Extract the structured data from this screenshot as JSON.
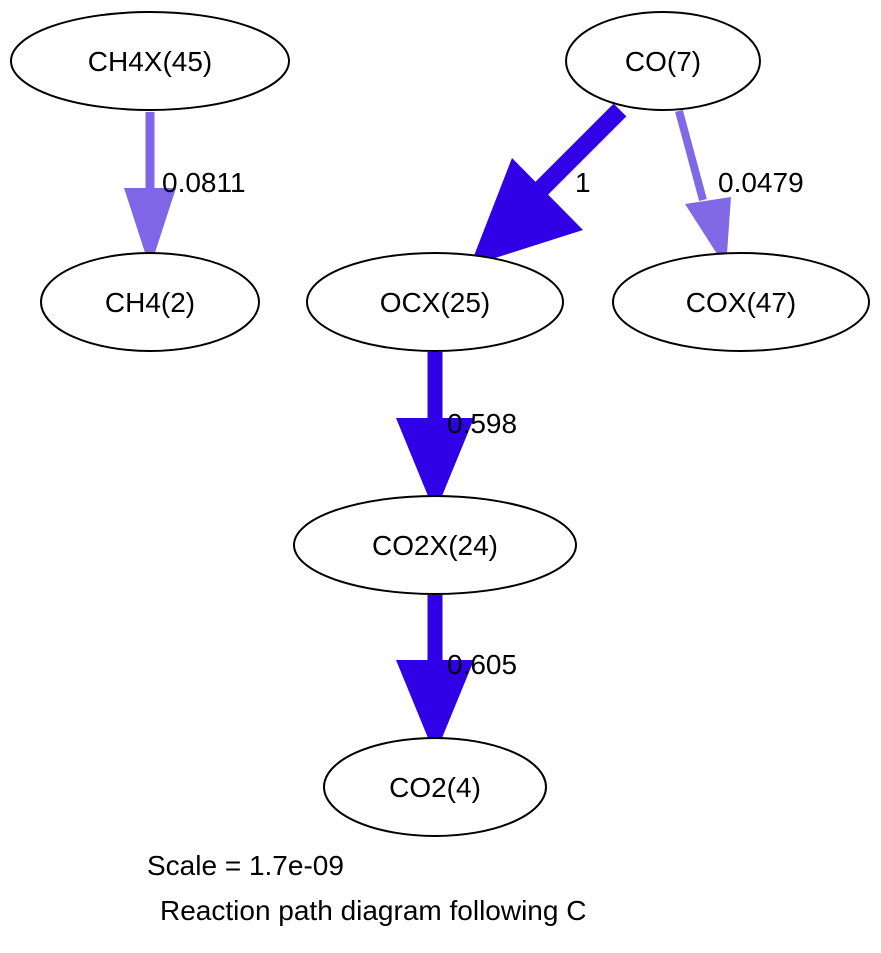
{
  "diagram": {
    "nodes": [
      {
        "id": "ch4x",
        "label": "CH4X(45)"
      },
      {
        "id": "ch4",
        "label": "CH4(2)"
      },
      {
        "id": "co",
        "label": "CO(7)"
      },
      {
        "id": "ocx",
        "label": "OCX(25)"
      },
      {
        "id": "cox",
        "label": "COX(47)"
      },
      {
        "id": "co2x",
        "label": "CO2X(24)"
      },
      {
        "id": "co2",
        "label": "CO2(4)"
      }
    ],
    "edges": [
      {
        "from": "ch4x",
        "to": "ch4",
        "label": "0.0811",
        "color": "#7f66e6"
      },
      {
        "from": "co",
        "to": "ocx",
        "label": "1",
        "color": "#3000e6"
      },
      {
        "from": "co",
        "to": "cox",
        "label": "0.0479",
        "color": "#8169e6"
      },
      {
        "from": "ocx",
        "to": "co2x",
        "label": "0.598",
        "color": "#3000e6"
      },
      {
        "from": "co2x",
        "to": "co2",
        "label": "0.605",
        "color": "#3000e6"
      }
    ],
    "caption": {
      "scale": "Scale = 1.7e-09",
      "title": "Reaction path diagram following C"
    }
  }
}
